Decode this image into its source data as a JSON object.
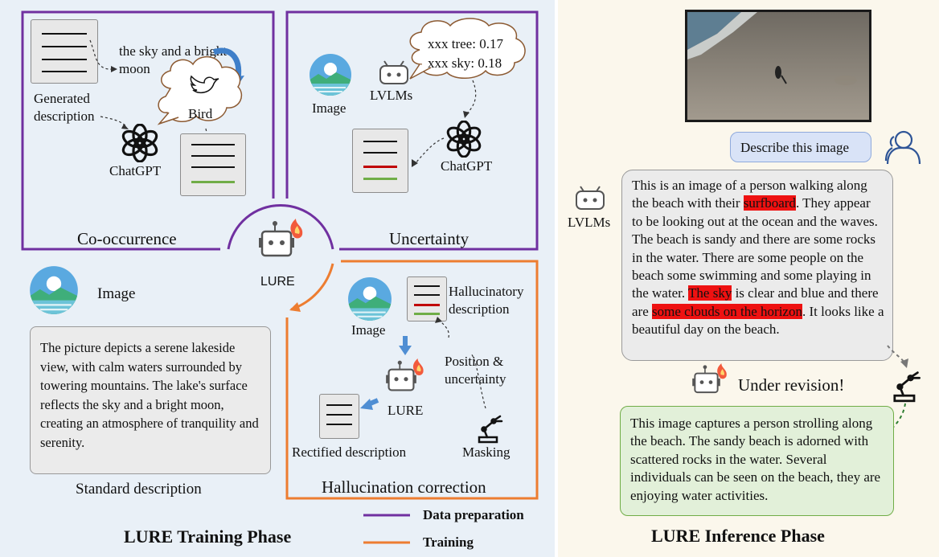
{
  "training": {
    "phase_title": "LURE Training Phase",
    "cooccurrence": {
      "caption": "the sky and a bright moon",
      "generated_label": "Generated description",
      "bird_label": "Bird",
      "chatgpt_label": "ChatGPT",
      "section_title": "Co-occurrence"
    },
    "uncertainty": {
      "scores": [
        "xxx tree: 0.17",
        "xxx sky: 0.18"
      ],
      "image_label": "Image",
      "lvlms_label": "LVLMs",
      "chatgpt_label": "ChatGPT",
      "section_title": "Uncertainty"
    },
    "center_label": "LURE",
    "standard": {
      "image_label": "Image",
      "text": "The picture depicts a serene lakeside view, with calm waters surrounded by towering mountains. The lake's surface reflects the sky and a bright moon, creating an atmosphere of tranquility and serenity.",
      "label": "Standard description"
    },
    "correction": {
      "image_label": "Image",
      "hallucinatory_label": "Hallucinatory description",
      "position_label": "Position & uncertainty",
      "lure_label": "LURE",
      "rectified_label": "Rectified description",
      "masking_label": "Masking",
      "section_title": "Hallucination correction"
    },
    "legend": [
      {
        "label": "Data preparation",
        "color": "#7030a0"
      },
      {
        "label": "Training",
        "color": "#ed7d31"
      }
    ]
  },
  "inference": {
    "phase_title": "LURE Inference Phase",
    "user_prompt": "Describe this image",
    "lvlms_label": "LVLMs",
    "lvlm_output": [
      {
        "text": "This is an image of a person walking along the beach with their ",
        "hl": false
      },
      {
        "text": "surfboard",
        "hl": true
      },
      {
        "text": ". They appear to be looking out at the ocean and the waves. The beach is sandy and there are some rocks in the water. There are some people on the beach some swimming and some playing in the water. ",
        "hl": false
      },
      {
        "text": "The sky",
        "hl": true
      },
      {
        "text": " is clear and blue and there are ",
        "hl": false
      },
      {
        "text": "some clouds on the horizon",
        "hl": true
      },
      {
        "text": ". It looks like a beautiful day on the beach.",
        "hl": false
      }
    ],
    "revision_label": "Under revision!",
    "revised_output": "This image captures a person strolling along the beach. The sandy beach is adorned with scattered rocks in the water. Several individuals can be seen on the beach, they are enjoying water activities."
  },
  "colors": {
    "purple": "#7030a0",
    "orange": "#ed7d31",
    "highlight": "#ee1111",
    "correct_line": "#70ad47",
    "wrong_line": "#c00000",
    "user_bubble": "#d9e3f7",
    "revised_bubble": "#e2f0d9"
  }
}
